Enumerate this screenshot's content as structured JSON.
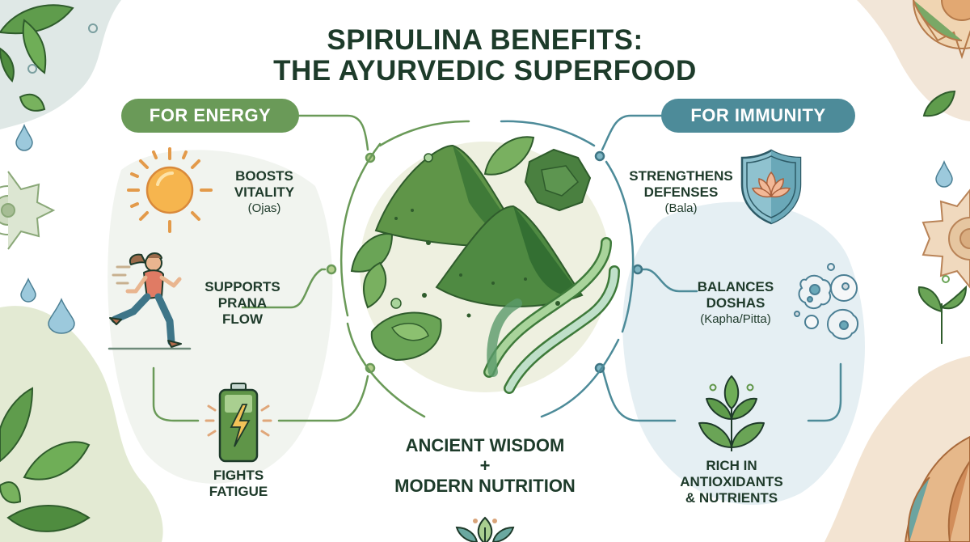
{
  "title": {
    "line1": "SPIRULINA BENEFITS:",
    "line2": "THE AYURVEDIC SUPERFOOD"
  },
  "colors": {
    "title": "#1d3b2a",
    "energy_accent": "#6a9a58",
    "immunity_accent": "#4d8b99",
    "spirulina_green": "#4e8a3e",
    "mandala_left": "#9bb58a",
    "mandala_right": "#c99463"
  },
  "energy": {
    "header": "FOR ENERGY",
    "items": [
      {
        "icon": "sun-icon",
        "line1": "BOOSTS",
        "line2": "VITALITY",
        "sub": "(Ojas)"
      },
      {
        "icon": "running-woman-icon",
        "line1": "SUPPORTS",
        "line2": "PRANA",
        "line3": "FLOW"
      },
      {
        "icon": "battery-bolt-icon",
        "line1": "FIGHTS",
        "line2": "FATIGUE"
      }
    ]
  },
  "immunity": {
    "header": "FOR IMMUNITY",
    "items": [
      {
        "icon": "lotus-shield-icon",
        "line1": "STRENGTHENS",
        "line2": "DEFENSES",
        "sub": "(Bala)"
      },
      {
        "icon": "cells-icon",
        "line1": "BALANCES",
        "line2": "DOSHAS",
        "sub": "(Kapha/Pitta)"
      },
      {
        "icon": "plant-sprout-icon",
        "line1": "RICH IN",
        "line2": "ANTIOXIDANTS",
        "line3": "& NUTRIENTS"
      }
    ]
  },
  "center": {
    "icon": "spirulina-powder-illustration",
    "line1": "ANCIENT WISDOM",
    "plus": "+",
    "line2": "MODERN NUTRITION",
    "footer_icon": "lotus-leaf-icon"
  }
}
